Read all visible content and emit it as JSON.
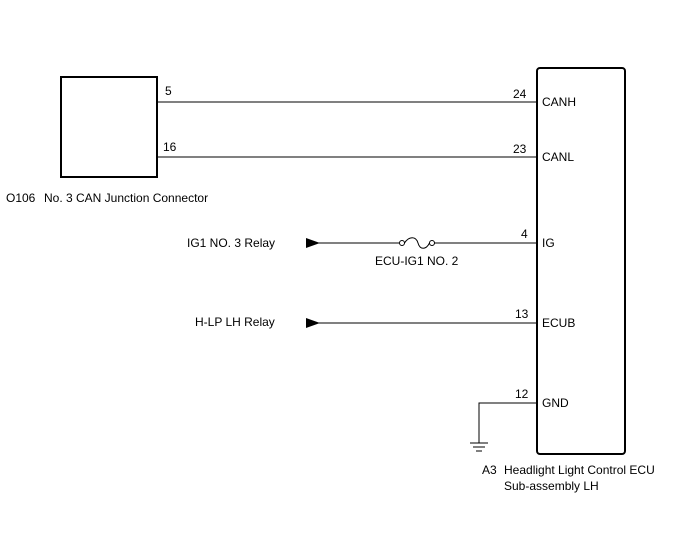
{
  "connector": {
    "code": "O106",
    "name": "No. 3 CAN Junction Connector",
    "pins": {
      "canh": "5",
      "canl": "16"
    }
  },
  "ecu": {
    "code": "A3",
    "name_line1": "Headlight Light Control ECU",
    "name_line2": "Sub-assembly LH"
  },
  "terminals": [
    {
      "pin": "24",
      "name": "CANH"
    },
    {
      "pin": "23",
      "name": "CANL"
    },
    {
      "pin": "4",
      "name": "IG"
    },
    {
      "pin": "13",
      "name": "ECUB"
    },
    {
      "pin": "12",
      "name": "GND"
    }
  ],
  "sources": {
    "ig1_relay": "IG1 NO. 3 Relay",
    "hlp_relay": "H-LP LH Relay"
  },
  "fuse": {
    "label": "ECU-IG1 NO. 2"
  }
}
